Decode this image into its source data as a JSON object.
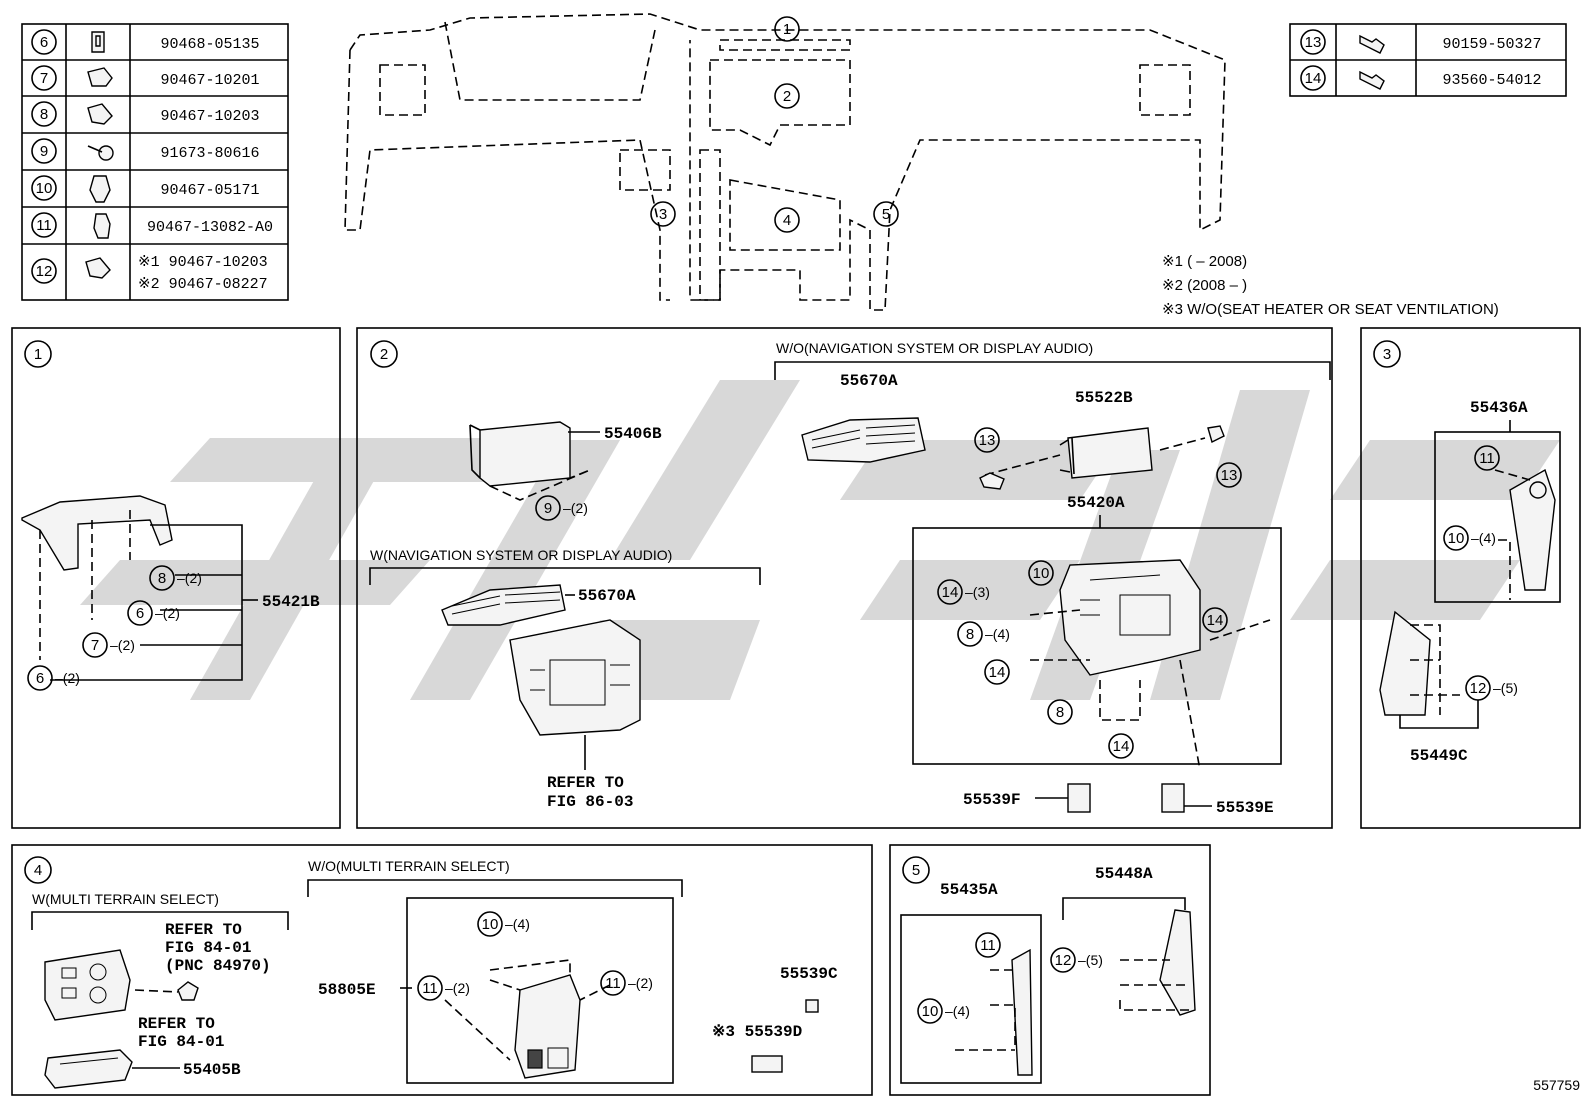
{
  "legend_left": [
    {
      "ref": "6",
      "part": "90468-05135"
    },
    {
      "ref": "7",
      "part": "90467-10201"
    },
    {
      "ref": "8",
      "part": "90467-10203"
    },
    {
      "ref": "9",
      "part": "91673-80616"
    },
    {
      "ref": "10",
      "part": "90467-05171"
    },
    {
      "ref": "11",
      "part": "90467-13082-A0"
    },
    {
      "ref": "12",
      "part": "※1 90467-10203",
      "part2": "※2 90467-08227"
    }
  ],
  "legend_right": [
    {
      "ref": "13",
      "part": "90159-50327"
    },
    {
      "ref": "14",
      "part": "93560-54012"
    }
  ],
  "notes": [
    "※1 (     – 2008)",
    "※2 (2008 –     )",
    "※3 W/O(SEAT HEATER OR SEAT VENTILATION)"
  ],
  "overview_callouts": [
    "1",
    "2",
    "3",
    "4",
    "5"
  ],
  "panel1": {
    "num": "1",
    "part": "55421B",
    "q1": "8",
    "q1t": "–(2)",
    "q2": "6",
    "q2t": "–(2)",
    "q3": "7",
    "q3t": "–(2)",
    "q4": "6",
    "q4t": "–(2)"
  },
  "panel2": {
    "num": "2",
    "hdr_wo": "W/O(NAVIGATION SYSTEM OR DISPLAY AUDIO)",
    "hdr_w": "W(NAVIGATION SYSTEM OR DISPLAY AUDIO)",
    "p_55406B": "55406B",
    "q9": "9",
    "q9t": "–(2)",
    "p_55670A_top": "55670A",
    "p_55522B": "55522B",
    "c13a": "13",
    "c13b": "13",
    "p_55420A": "55420A",
    "c10": "10",
    "c14a": "14",
    "c14at": "–(3)",
    "c8a": "8",
    "c8at": "–(4)",
    "c14b": "14",
    "c14c": "14",
    "c8b": "8",
    "c14d": "14",
    "p_55670A_low": "55670A",
    "refer1": "REFER TO",
    "refer2": "FIG 86-03",
    "p_55539F": "55539F",
    "p_55539E": "55539E"
  },
  "panel3": {
    "num": "3",
    "p_55436A": "55436A",
    "c11": "11",
    "c10": "10",
    "c10t": "–(4)",
    "c12": "12",
    "c12t": "–(5)",
    "p_55449C": "55449C"
  },
  "panel4": {
    "num": "4",
    "hdr_w": "W(MULTI TERRAIN SELECT)",
    "hdr_wo": "W/O(MULTI TERRAIN SELECT)",
    "refa1": "REFER TO",
    "refa2": "FIG 84-01",
    "refa3": "(PNC 84970)",
    "refb1": "REFER TO",
    "refb2": "FIG 84-01",
    "p_55405B": "55405B",
    "p_58805E": "58805E",
    "c10": "10",
    "c10t": "–(4)",
    "c11a": "11",
    "c11at": "–(2)",
    "c11b": "11",
    "c11bt": "–(2)",
    "p_55539C": "55539C",
    "p_55539D": "※3 55539D"
  },
  "panel5": {
    "num": "5",
    "p_55435A": "55435A",
    "p_55448A": "55448A",
    "c11": "11",
    "c10": "10",
    "c10t": "–(4)",
    "c12": "12",
    "c12t": "–(5)"
  },
  "figure_id": "557759"
}
